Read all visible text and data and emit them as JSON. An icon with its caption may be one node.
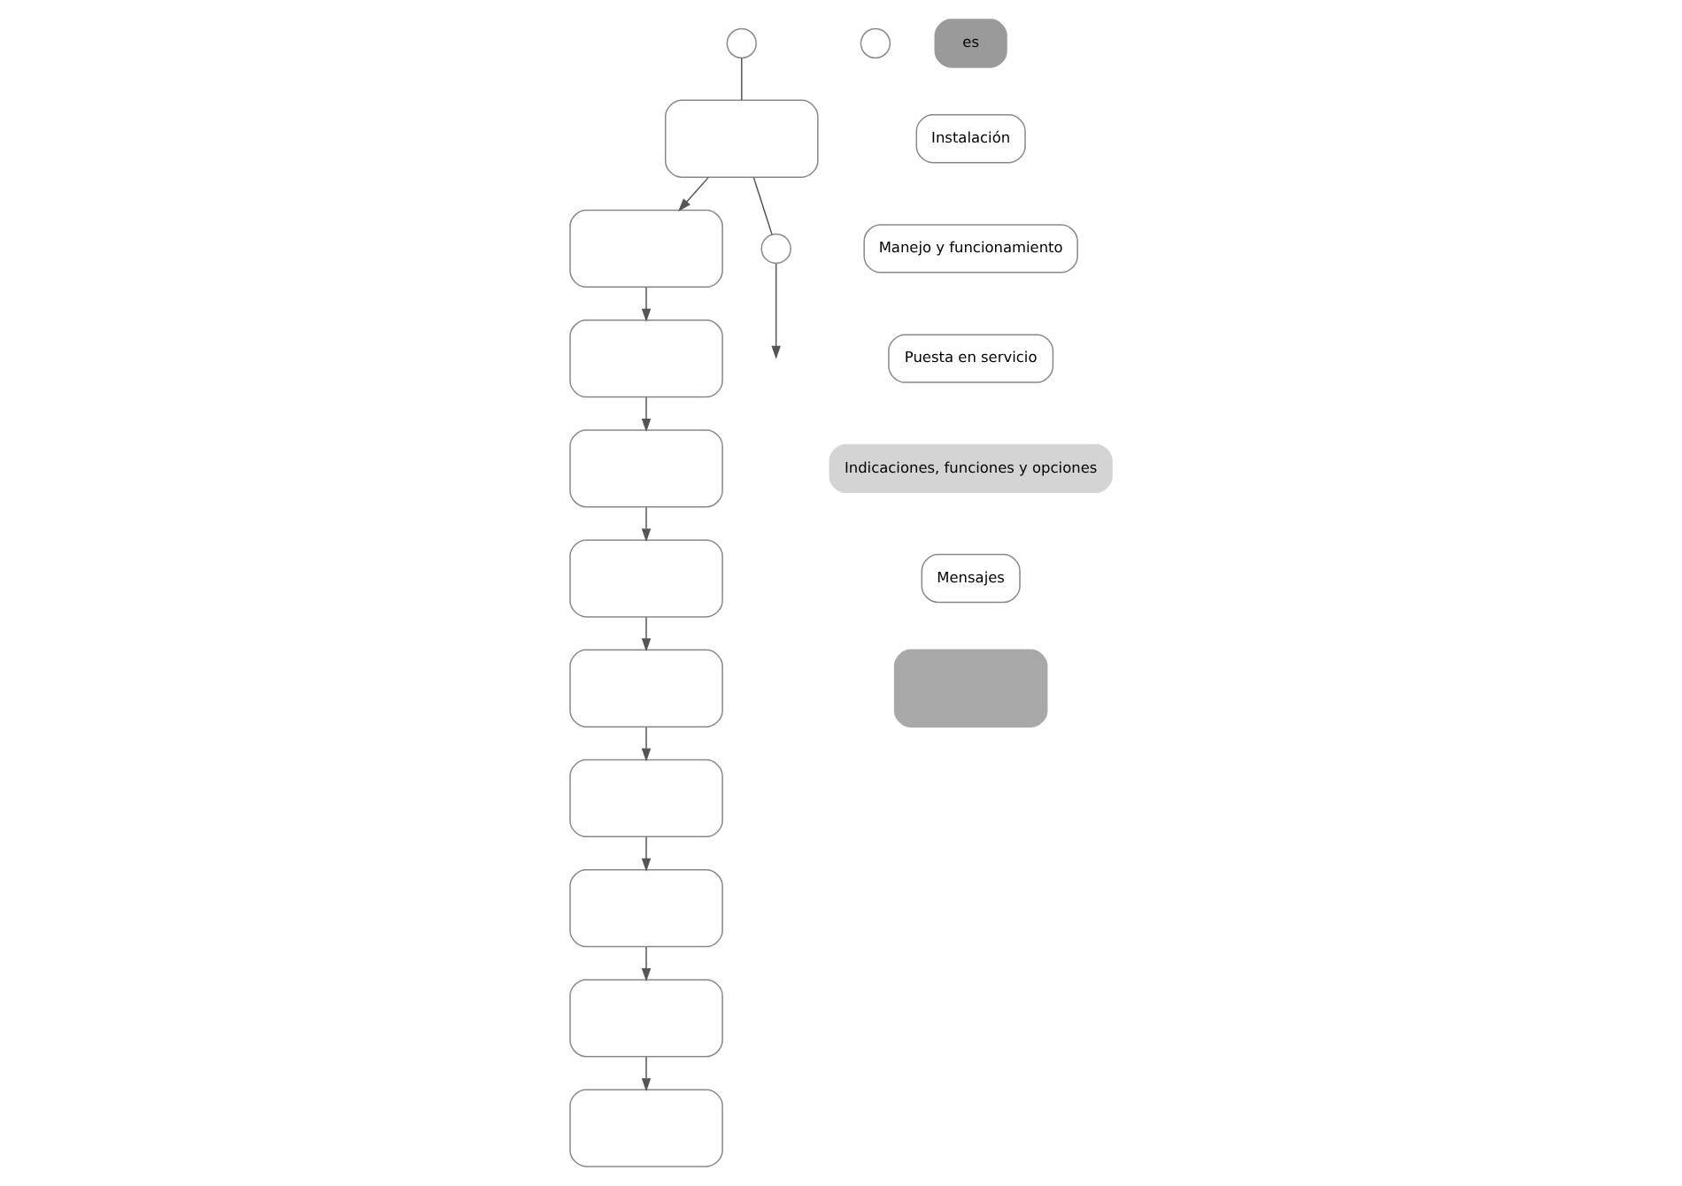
{
  "diagram": {
    "nodes": [
      {
        "text": [],
        "shape": "circle"
      },
      {
        "text": [],
        "shape": "box"
      },
      {
        "text": [],
        "shape": "box"
      },
      {
        "text": [],
        "shape": "box"
      },
      {
        "text": [],
        "shape": "box"
      },
      {
        "text": [],
        "shape": "box"
      },
      {
        "text": [],
        "shape": "box"
      },
      {
        "text": [],
        "shape": "box"
      },
      {
        "text": [],
        "shape": "box"
      },
      {
        "text": [],
        "shape": "box"
      },
      {
        "text": [],
        "shape": "box"
      },
      {
        "text": [],
        "shape": "circle"
      },
      {
        "text": [],
        "shape": "circle"
      },
      {
        "text": [
          "es"
        ]
      },
      {
        "text": [
          "Instalación"
        ]
      },
      {
        "text": [
          "Manejo y funcionamiento"
        ]
      },
      {
        "text": [
          "Puesta en servicio"
        ]
      },
      {
        "text": [
          "Indicaciones, funciones y opciones"
        ]
      },
      {
        "text": [
          "Mensajes"
        ]
      },
      {
        "text": [],
        "shape": "box"
      }
    ],
    "edges": [
      {
        "from": 0,
        "to": 1,
        "arrow": "none"
      },
      {
        "from": 1,
        "to": 2,
        "arrow": "to"
      },
      {
        "from": 2,
        "to": 3,
        "arrow": "to"
      },
      {
        "from": 3,
        "to": 4,
        "arrow": "to"
      },
      {
        "from": 4,
        "to": 5,
        "arrow": "to"
      },
      {
        "from": 5,
        "to": 6,
        "arrow": "to"
      },
      {
        "from": 6,
        "to": 7,
        "arrow": "to"
      },
      {
        "from": 7,
        "to": 8,
        "arrow": "to"
      },
      {
        "from": 8,
        "to": 9,
        "arrow": "to"
      },
      {
        "from": 9,
        "to": 10,
        "arrow": "to"
      },
      {
        "from": 1,
        "to": 12,
        "arrow": "none"
      },
      {
        "from": 12,
        "to": null,
        "arrow": "to"
      }
    ]
  }
}
